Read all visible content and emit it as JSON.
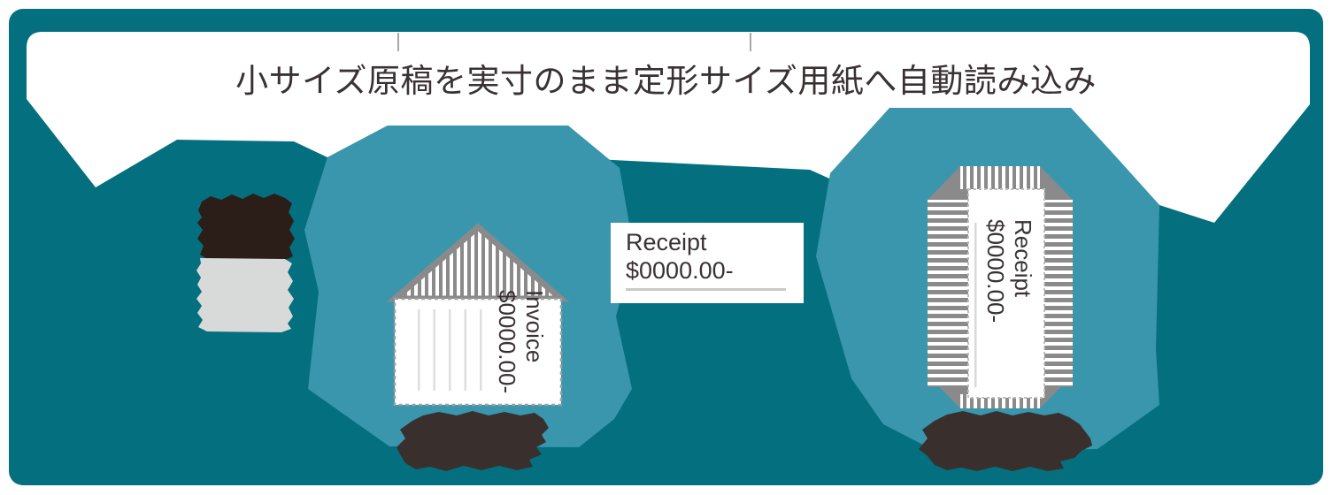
{
  "title": "小サイズ原稿を実寸のまま定形サイズ用紙へ自動読み込み",
  "documents": {
    "invoice_doc": {
      "line1": "Invoice",
      "line2": "$0000.00-"
    },
    "receipt_card": {
      "line1": "Receipt",
      "line2": "$0000.00-"
    },
    "receipt_doc": {
      "line1": "Receipt",
      "line2": "$0000.00-"
    }
  },
  "colors": {
    "canvas_teal": "#04707f",
    "blob_teal": "#3996ad",
    "banner_white": "#ffffff",
    "ink": "#3a3133",
    "stripe_gray": "#8a8a8a",
    "rule_gray": "#d9d9d9",
    "receipt_paper_gray": "#d8d9d9",
    "receipt_ink_dark": "#2b1d18",
    "obscured_label_dark": "#39302d"
  }
}
